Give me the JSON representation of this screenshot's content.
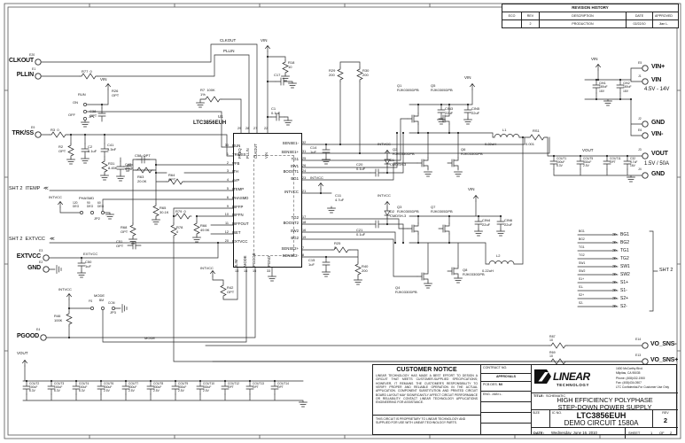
{
  "revision_history": {
    "title": "REVISION HISTORY",
    "headers": [
      "ECO",
      "REV",
      "DESCRIPTION",
      "DATE",
      "APPROVED"
    ],
    "row": [
      "",
      "2",
      "PRODUCTION",
      "02/22/10",
      "Jian L."
    ]
  },
  "title_block": {
    "customer_notice_title": "CUSTOMER NOTICE",
    "customer_notice_body": "LINEAR TECHNOLOGY HAS MADE A BEST EFFORT TO DESIGN A CIRCUIT THAT MEETS CUSTOMER-SUPPLIED SPECIFICATIONS; HOWEVER, IT REMAINS THE CUSTOMER'S RESPONSIBILITY TO VERIFY PROPER AND RELIABLE OPERATION IN THE ACTUAL APPLICATION. COMPONENT SUBSTITUTION AND PRINTED CIRCUIT BOARD LAYOUT MAY SIGNIFICANTLY AFFECT CIRCUIT PERFORMANCE OR RELIABILITY. CONTACT LINEAR TECHNOLOGY APPLICATIONS ENGINEERING FOR ASSISTANCE.",
    "customer_notice_footer": "THIS CIRCUIT IS PROPRIETARY TO LINEAR TECHNOLOGY AND SUPPLIED FOR USE WITH LINEAR TECHNOLOGY PARTS.",
    "contract_label": "CONTRACT NO.",
    "approvals_label": "APPROVALS",
    "pcb_des_label": "PCB DES.",
    "pcb_des_value": "MI",
    "eng_label": "ENG.",
    "eng_value": "JIAN L.",
    "company_line1": "LINEAR",
    "company_line2": "TECHNOLOGY",
    "address": [
      "1630 McCarthy Blvd.",
      "Milpitas, CA 95035",
      "Phone: (408)432-1900",
      "Fax: (408)434-0507",
      "LTC Confidential-For Customer Use Only"
    ],
    "title_label": "TITLE:",
    "title_sub": "SCHEMATIC",
    "title_line1": "HIGH EFFICIENCY POLYPHASE",
    "title_line2": "STEP-DOWN POWER SUPPLY",
    "size_label": "SIZE",
    "icno_label": "IC NO.",
    "part": "LTC3856EUH",
    "demo": "DEMO CIRCUIT 1580A",
    "rev_label": "REV",
    "rev_value": "2",
    "date_label": "DATE:",
    "date_value": "Wednesday, June 16, 2010",
    "sheet_label": "SHEET",
    "sheet_value": "1",
    "of_label": "OF",
    "total": "2"
  },
  "ic": {
    "ref": "U1",
    "part": "LTC3856EUH",
    "left_pins": [
      {
        "num": "30",
        "name": "RUN"
      },
      {
        "num": "1",
        "name": "TRK/SS"
      },
      {
        "num": "2",
        "name": "VFB"
      },
      {
        "num": "3",
        "name": "ITH"
      },
      {
        "num": "4",
        "name": "AVP"
      },
      {
        "num": "5",
        "name": "ITEMP"
      },
      {
        "num": "6",
        "name": "PHASMD"
      },
      {
        "num": "9",
        "name": "DIFFP"
      },
      {
        "num": "10",
        "name": "DIFFN"
      },
      {
        "num": "11",
        "name": "DIFFOUT"
      },
      {
        "num": "12",
        "name": "ISET"
      },
      {
        "num": "20",
        "name": "EXTVCC"
      }
    ],
    "right_pins": [
      {
        "num": "32",
        "name": "SENSE1-"
      },
      {
        "num": "31",
        "name": "SENSE1+"
      },
      {
        "num": "25",
        "name": "TG1"
      },
      {
        "num": "26",
        "name": "SW1"
      },
      {
        "num": "24",
        "name": "BOOST1"
      },
      {
        "num": "23",
        "name": "BG1"
      },
      {
        "num": "21",
        "name": "INTVCC"
      },
      {
        "num": "17",
        "name": "TG2"
      },
      {
        "num": "18",
        "name": "BOOST2"
      },
      {
        "num": "16",
        "name": "SW2"
      },
      {
        "num": "19",
        "name": "BG2"
      },
      {
        "num": "7",
        "name": "SENSE2+"
      },
      {
        "num": "8",
        "name": "SENSE2-"
      }
    ],
    "top_pins": [
      {
        "num": "29",
        "name": "FREQ"
      },
      {
        "num": "28",
        "name": "PLLIN"
      },
      {
        "num": "27",
        "name": "CLKOUT"
      },
      {
        "num": "22",
        "name": "VIN"
      }
    ],
    "bottom_pins": [
      {
        "num": "13",
        "name": "ILIM"
      },
      {
        "num": "14",
        "name": "MODE"
      },
      {
        "num": "15",
        "name": "PGOOD"
      },
      {
        "num": "33",
        "name": "PGND"
      }
    ]
  },
  "io": {
    "left": [
      {
        "ref": "E20",
        "label": "CLKOUT"
      },
      {
        "ref": "E1",
        "label": "PLLIN"
      },
      {
        "ref": "E9",
        "label": "TRK/SS"
      },
      {
        "ref": "E3",
        "label": "EXTVCC"
      },
      {
        "ref": "E2",
        "label": "GND"
      },
      {
        "ref": "E4",
        "label": "PGOOD"
      }
    ],
    "right": [
      {
        "ref": "E5",
        "label": "VIN+"
      },
      {
        "ref": "J1",
        "label": "VIN",
        "sub": "4.5V - 14V"
      },
      {
        "ref": "J2",
        "label": "GND"
      },
      {
        "ref": "E6",
        "label": "VIN-"
      },
      {
        "ref": "J3",
        "label": "VOUT",
        "sub": "1.5V / 50A"
      },
      {
        "ref": "J4",
        "label": "GND"
      },
      {
        "ref": "E14",
        "label": "VO_SNS-"
      },
      {
        "ref": "E13",
        "label": "VO_SNS+"
      }
    ]
  },
  "sheet_refs": {
    "itemp": "SHT 2  ITEMP",
    "extvcc": "SHT 2  EXTVCC"
  },
  "icons": {
    "sheet_ref_arrow": "≫",
    "sheet_ref_in": "≪"
  },
  "sht2_bus": {
    "label": "SHT 2",
    "signals": [
      "BG1",
      "BG2",
      "TG1",
      "TG2",
      "SW1",
      "SW2",
      "S1+",
      "S1-",
      "S2+",
      "S2-"
    ]
  },
  "nets": {
    "clkout": "CLKOUT",
    "pllin": "PLLIN",
    "vin": "VIN",
    "intvcc": "INTVCC",
    "extvcc": "EXTVCC",
    "vout": "VOUT",
    "mode": "MODE"
  },
  "jumpers": {
    "run": "RUN",
    "on": "ON",
    "off": "OFF",
    "jp1": "JP1",
    "phasmd": "PHASMD",
    "deg120": "120\nDEG",
    "deg90": "90\nDEG",
    "deg60": "60\nDEG",
    "jp2": "JP2",
    "mode": "MODE",
    "fs": "FS",
    "bm": "BM",
    "ccm": "CCM",
    "jp3": "JP3"
  },
  "parts": {
    "r77": "R77  0",
    "r3": "R3  0",
    "r2": "R2\nOPT",
    "r26": "R26\nOPT",
    "c38": "C38\nOPT",
    "c2": "C2\n0.1uF",
    "c41": "C41\n3.3nF",
    "r31": "R31\n8.45K",
    "c42": "C42\n47pF",
    "c58": "C58  OPT",
    "r63": "R63\n20.0K",
    "r64": "R64\nOPT",
    "r65": "R65\n30.1K",
    "r68": "R68\nOPT",
    "r78": "R78\n0",
    "r79": "R79  0",
    "r66": "R66\n49.9K",
    "c51": "C51\nOPT",
    "c50": "C50\n1uF",
    "r46": "R46\n100K",
    "r42": "R42\nOPT",
    "r7": "R7  100K\n1%",
    "r18": "R18\n10",
    "c17": "C17",
    "c1": "C1\n0.1uF",
    "c11": "C11\n4.7uF",
    "c14": "C14\n1uF",
    "r29": "R29\n200",
    "r30": "R30\n200",
    "q1": "Q1\nRJK0305DPB",
    "q5": "Q5\nRJK0305DPB",
    "q2": "Q2\nRJK0330DPB",
    "q6": "Q6\nRJK0330DPB",
    "cin3": "CIN3\n22uF",
    "cin5": "CIN5\n22uF",
    "c20": "C20\n0.1uF",
    "d1": "D1\nCMDSH-3",
    "l1": "L1",
    "l1v": "0.22uH",
    "rs1": "RS1",
    "rs1v": "0.001",
    "q3": "Q3\nRJK0305DPB",
    "q7": "Q7\nRJK0305DPB",
    "q4": "Q4\nRJK0330DPB",
    "q8": "Q8\nRJK0330DPB",
    "cin4": "CIN4\n22uF",
    "cin6": "CIN6\n22uF",
    "c21": "C21\n0.1uF",
    "d2": "D2\nCMDSH-3",
    "c15": "C15\n1uF",
    "r25": "R25\n0",
    "r40": "R40\n200",
    "l2": "L2",
    "l2v": "0.22uH",
    "cin1": "CIN1\n180uF\n16V",
    "cin2": "CIN2\n180uF\n16V",
    "cout1": "COUT1\n100uF\n6.3V",
    "cout5": "COUT5\n330uF\n2.5V",
    "cout11": "COUT11\nOPT",
    "c32": "C32\n4.7uF\n16V",
    "r87": "R87\n10",
    "r69": "R69\n10"
  },
  "cout_bank": [
    "COUT2\n100uF\n6.3V",
    "COUT3\n100uF\n6.3V",
    "COUT4\n100uF\n6.3V",
    "COUT6\n330uF\n2.5V",
    "COUT7\n330uF\n2.5V",
    "COUT8\n330uF\n2.5V",
    "COUT9\n330uF\n2.5V",
    "COUT10\n330uF\n2.5V",
    "COUT12\nOPT",
    "COUT13\nOPT",
    "COUT14\nOPT"
  ]
}
